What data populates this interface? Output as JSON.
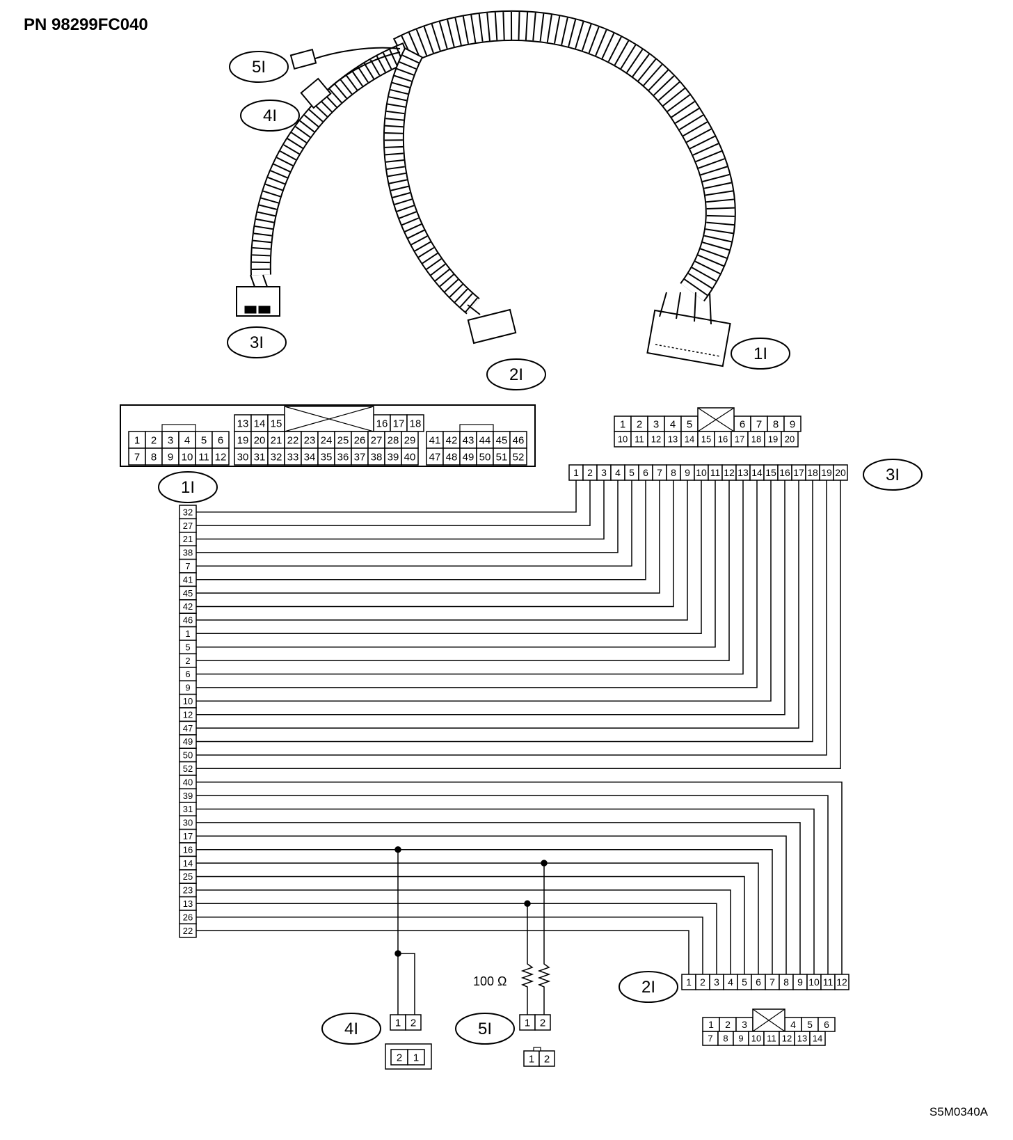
{
  "title": "PN 98299FC040",
  "drawing_code": "S5M0340A",
  "callouts": {
    "c5": "5I",
    "c4": "4I",
    "c3": "3I",
    "c2": "2I",
    "c1": "1I"
  },
  "resistor_label": "100 Ω",
  "connector_1": {
    "label": "1I",
    "top_row": [
      "13",
      "14",
      "15",
      "16",
      "17",
      "18"
    ],
    "left_rows": [
      [
        "1",
        "2",
        "3",
        "4",
        "5",
        "6"
      ],
      [
        "7",
        "8",
        "9",
        "10",
        "11",
        "12"
      ]
    ],
    "mid_rows": [
      [
        "19",
        "20",
        "21",
        "22",
        "23",
        "24",
        "25",
        "26",
        "27",
        "28",
        "29"
      ],
      [
        "30",
        "31",
        "32",
        "33",
        "34",
        "35",
        "36",
        "37",
        "38",
        "39",
        "40"
      ]
    ],
    "right_rows": [
      [
        "41",
        "42",
        "43",
        "44",
        "45",
        "46"
      ],
      [
        "47",
        "48",
        "49",
        "50",
        "51",
        "52"
      ]
    ],
    "strip": [
      "32",
      "27",
      "21",
      "38",
      "7",
      "41",
      "45",
      "42",
      "46",
      "1",
      "5",
      "2",
      "6",
      "9",
      "10",
      "12",
      "47",
      "49",
      "50",
      "52",
      "40",
      "39",
      "31",
      "30",
      "17",
      "16",
      "14",
      "25",
      "23",
      "13",
      "26",
      "22"
    ]
  },
  "connector_3": {
    "label": "3I",
    "face_rows": [
      [
        "1",
        "2",
        "3",
        "4",
        "5",
        "6",
        "7",
        "8",
        "9"
      ],
      [
        "10",
        "11",
        "12",
        "13",
        "14",
        "15",
        "16",
        "17",
        "18",
        "19",
        "20"
      ]
    ],
    "strip": [
      "1",
      "2",
      "3",
      "4",
      "5",
      "6",
      "7",
      "8",
      "9",
      "10",
      "11",
      "12",
      "13",
      "14",
      "15",
      "16",
      "17",
      "18",
      "19",
      "20"
    ]
  },
  "connector_2": {
    "label": "2I",
    "face_rows": [
      [
        "1",
        "2",
        "3",
        "4",
        "5",
        "6"
      ],
      [
        "7",
        "8",
        "9",
        "10",
        "11",
        "12",
        "13",
        "14"
      ]
    ],
    "strip": [
      "1",
      "2",
      "3",
      "4",
      "5",
      "6",
      "7",
      "8",
      "9",
      "10",
      "11",
      "12"
    ]
  },
  "connector_4": {
    "label": "4I",
    "strip": [
      "1",
      "2"
    ],
    "face": [
      "2",
      "1"
    ]
  },
  "connector_5": {
    "label": "5I",
    "strip": [
      "1",
      "2"
    ],
    "face": [
      "1",
      "2"
    ]
  }
}
